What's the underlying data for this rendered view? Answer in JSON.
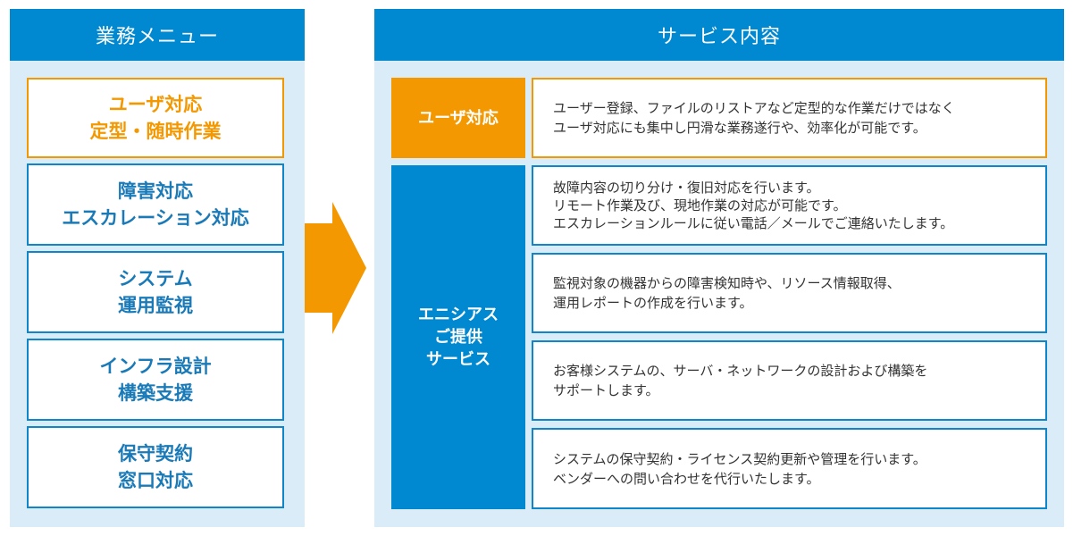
{
  "colors": {
    "primary_blue": "#0088D1",
    "accent_orange": "#F39800",
    "panel_background": "#D9ECF7",
    "menu_text_blue": "#1A7AB8"
  },
  "business_menu": {
    "title": "業務メニュー",
    "items": [
      {
        "lines": [
          "ユーザ対応",
          "定型・随時作業"
        ],
        "highlighted": true
      },
      {
        "lines": [
          "障害対応",
          "エスカレーション対応"
        ],
        "highlighted": false
      },
      {
        "lines": [
          "システム",
          "運用監視"
        ],
        "highlighted": false
      },
      {
        "lines": [
          "インフラ設計",
          "構築支援"
        ],
        "highlighted": false
      },
      {
        "lines": [
          "保守契約",
          "窓口対応"
        ],
        "highlighted": false
      }
    ]
  },
  "flow_arrow": {
    "icon": "right-arrow-icon",
    "color": "#F39800"
  },
  "service_content": {
    "title": "サービス内容",
    "categories": [
      {
        "label_lines": [
          "ユーザ対応"
        ],
        "color": "orange"
      },
      {
        "label_lines": [
          "エニシアス",
          "ご提供",
          "サービス"
        ],
        "color": "blue"
      }
    ],
    "descriptions": [
      {
        "lines": [
          "ユーザー登録、ファイルのリストアなど定型的な作業だけではなく",
          "ユーザ対応にも集中し円滑な業務遂行や、効率化が可能です。"
        ]
      },
      {
        "lines": [
          "故障内容の切り分け・復旧対応を行います。",
          "リモート作業及び、現地作業の対応が可能です。",
          "エスカレーションルールに従い電話／メールでご連絡いたします。"
        ]
      },
      {
        "lines": [
          "監視対象の機器からの障害検知時や、リソース情報取得、",
          "運用レポートの作成を行います。"
        ]
      },
      {
        "lines": [
          "お客様システムの、サーバ・ネットワークの設計および構築を",
          "サポートします。"
        ]
      },
      {
        "lines": [
          "システムの保守契約・ライセンス契約更新や管理を行います。",
          "ベンダーへの問い合わせを代行いたします。"
        ]
      }
    ]
  }
}
